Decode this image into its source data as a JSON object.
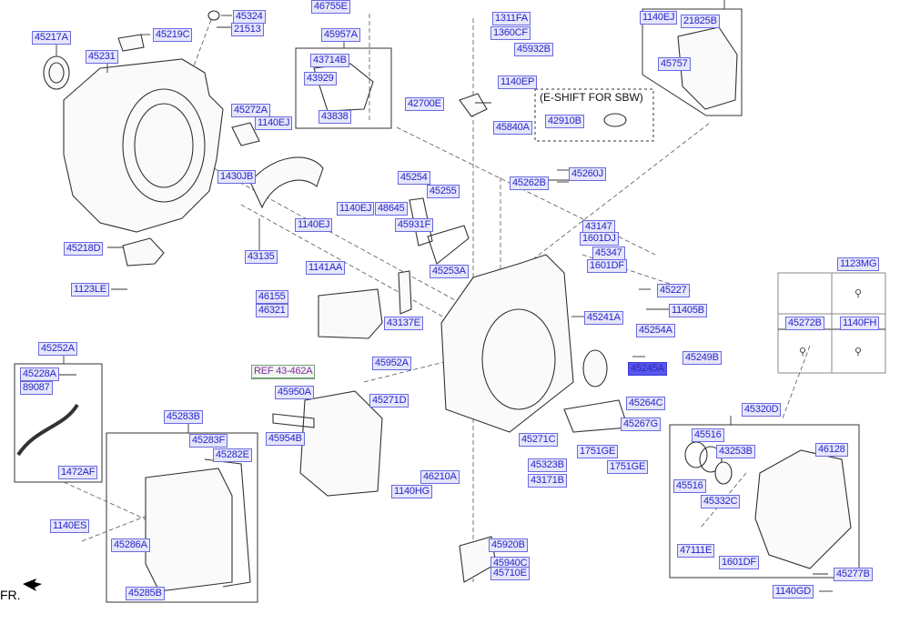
{
  "diagram": {
    "title": "Transaxle case parts diagram",
    "selected_part": "45245A",
    "colors": {
      "label_text": "#2525c8",
      "label_bg": "#e6e6fb",
      "label_border": "#6a6ae0",
      "selected_bg": "#5656ee",
      "ref_text": "#8a2aa8",
      "ref_border": "#7aa07a",
      "line": "#333333"
    },
    "notes": {
      "eshift": "(E-SHIFT FOR SBW)",
      "front": "FR."
    },
    "reference": "REF 43-462A",
    "labels": {
      "p45217A": "45217A",
      "p45219C": "45219C",
      "p45324": "45324",
      "p21513": "21513",
      "p45231": "45231",
      "p45272A": "45272A",
      "p1140EJ_a": "1140EJ",
      "p1430JB": "1430JB",
      "p43135": "43135",
      "p45218D": "45218D",
      "p1123LE": "1123LE",
      "p46755E": "46755E",
      "p45957A": "45957A",
      "p43714B": "43714B",
      "p43929": "43929",
      "p43838": "43838",
      "p1311FA": "1311FA",
      "p1360CF": "1360CF",
      "p45932B": "45932B",
      "p1140EP": "1140EP",
      "p42700E": "42700E",
      "p45840A": "45840A",
      "p42910B": "42910B",
      "p1140EJ_b": "1140EJ",
      "p21825B": "21825B",
      "p45757": "45757",
      "p45254": "45254",
      "p45255": "45255",
      "p45260J": "45260J",
      "p45262B": "45262B",
      "p1140EJ_c": "1140EJ",
      "p48645": "48645",
      "p45931F": "45931F",
      "p1140EJ_d": "1140EJ",
      "p45253A": "45253A",
      "p43147": "43147",
      "p1601DJ": "1601DJ",
      "p45347": "45347",
      "p1601DF_a": "1601DF",
      "p1141AA": "1141AA",
      "p46155": "46155",
      "p46321": "46321",
      "p43137E": "43137E",
      "p45241A": "45241A",
      "p45227": "45227",
      "p11405B": "11405B",
      "p45254A": "45254A",
      "p45249B": "45249B",
      "p45245A": "45245A",
      "p1123MG": "1123MG",
      "p45272B": "45272B",
      "p1140FH": "1140FH",
      "p45252A": "45252A",
      "p45228A": "45228A",
      "p89087": "89087",
      "p1472AF": "1472AF",
      "p45952A": "45952A",
      "p45950A": "45950A",
      "p45954B": "45954B",
      "p45271D": "45271D",
      "p45264C": "45264C",
      "p45267G": "45267G",
      "p45271C": "45271C",
      "p1751GE_a": "1751GE",
      "p1751GE_b": "1751GE",
      "p45323B": "45323B",
      "p43171B": "43171B",
      "p46210A": "46210A",
      "p1140HG": "1140HG",
      "p45283B": "45283B",
      "p45283F": "45283F",
      "p45282E": "45282E",
      "p1140ES": "1140ES",
      "p45286A": "45286A",
      "p45285B": "45285B",
      "p45920B": "45920B",
      "p45940C": "45940C",
      "p45710E": "45710E",
      "p45320D": "45320D",
      "p45516_a": "45516",
      "p43253B": "43253B",
      "p46128": "46128",
      "p45516_b": "45516",
      "p45332C": "45332C",
      "p47111E": "47111E",
      "p1601DF_b": "1601DF",
      "p45277B": "45277B",
      "p1140GD": "1140GD"
    }
  }
}
